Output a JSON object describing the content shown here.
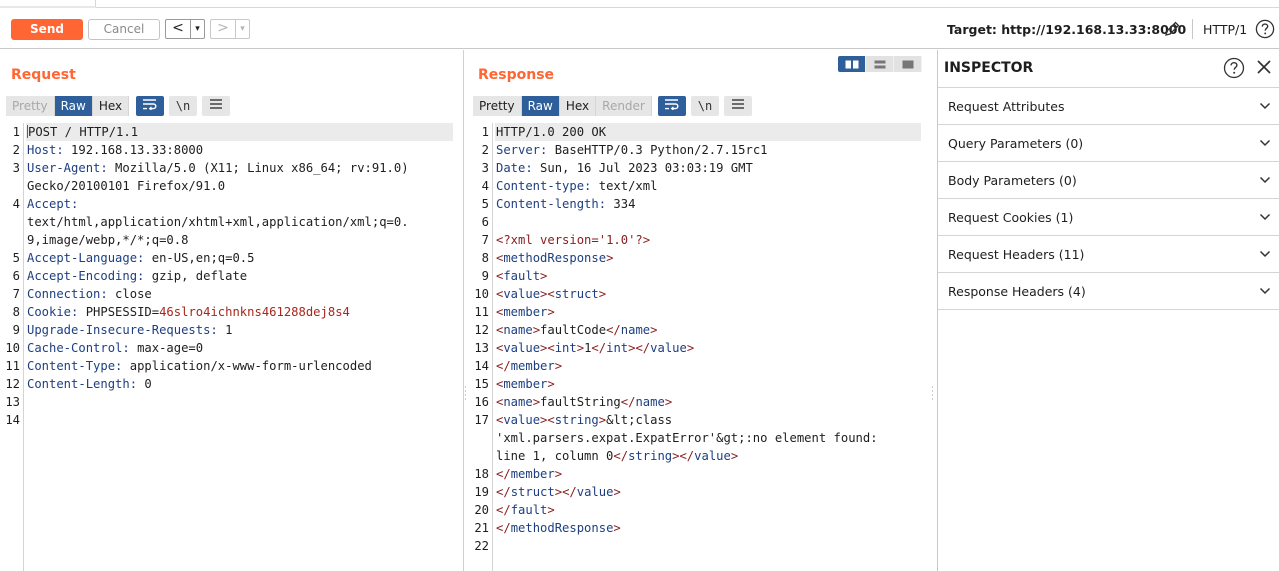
{
  "toolbar": {
    "send_label": "Send",
    "cancel_label": "Cancel",
    "back_arrow": "<",
    "forward_arrow": ">",
    "dropdown_glyph": "▾",
    "target_label": "Target: http://192.168.13.33:8000",
    "http_version": "HTTP/1"
  },
  "request": {
    "title": "Request",
    "tabs": [
      {
        "label": "Pretty",
        "state": "disabled"
      },
      {
        "label": "Raw",
        "state": "active"
      },
      {
        "label": "Hex",
        "state": "normal"
      }
    ],
    "newline_label": "\\n",
    "line_numbers": [
      "1",
      "2",
      "3",
      "4",
      "5",
      "6",
      "7",
      "8",
      "9",
      "10",
      "11",
      "12",
      "13",
      "14"
    ],
    "lines": [
      {
        "key": "",
        "value": "POST / HTTP/1.1"
      },
      {
        "key": "Host:",
        "value": " 192.168.13.33:8000"
      },
      {
        "key": "User-Agent:",
        "value": " Mozilla/5.0 (X11; Linux x86_64; rv:91.0)"
      },
      {
        "key": "",
        "value": "Gecko/20100101 Firefox/91.0"
      },
      {
        "key": "Accept:",
        "value": ""
      },
      {
        "key": "",
        "value": "text/html,application/xhtml+xml,application/xml;q=0."
      },
      {
        "key": "",
        "value": "9,image/webp,*/*;q=0.8"
      },
      {
        "key": "Accept-Language:",
        "value": " en-US,en;q=0.5"
      },
      {
        "key": "Accept-Encoding:",
        "value": " gzip, deflate"
      },
      {
        "key": "Connection:",
        "value": " close"
      },
      {
        "key": "Cookie:",
        "value": " PHPSESSID=",
        "red": "46slro4ichnkns461288dej8s4"
      },
      {
        "key": "Upgrade-Insecure-Requests:",
        "value": " 1"
      },
      {
        "key": "Cache-Control:",
        "value": " max-age=0"
      },
      {
        "key": "Content-Type:",
        "value": " application/x-www-form-urlencoded"
      },
      {
        "key": "Content-Length:",
        "value": " 0"
      }
    ]
  },
  "response": {
    "title": "Response",
    "tabs": [
      {
        "label": "Pretty",
        "state": "normal"
      },
      {
        "label": "Raw",
        "state": "active"
      },
      {
        "label": "Hex",
        "state": "normal"
      },
      {
        "label": "Render",
        "state": "disabled"
      }
    ],
    "newline_label": "\\n",
    "line_numbers": [
      "1",
      "2",
      "3",
      "4",
      "5",
      "6",
      "7",
      "8",
      "9",
      "10",
      "11",
      "12",
      "13",
      "14",
      "15",
      "16",
      "17",
      "18",
      "19",
      "20",
      "21",
      "22"
    ],
    "lines": [
      "HTTP/1.0 200 OK",
      "Server: BaseHTTP/0.3 Python/2.7.15rc1",
      "Date: Sun, 16 Jul 2023 03:03:19 GMT",
      "Content-type: text/xml",
      "Content-length: 334",
      "",
      "<?xml version='1.0'?>",
      "<methodResponse>",
      "<fault>",
      "<value><struct>",
      "<member>",
      "<name>faultCode</name>",
      "<value><int>1</int></value>",
      "</member>",
      "<member>",
      "<name>faultString</name>",
      "<value><string>&lt;class",
      "'xml.parsers.expat.ExpatError'&gt;:no element found:",
      "line 1, column 0</string></value>",
      "</member>",
      "</struct></value>",
      "</fault>",
      "</methodResponse>",
      ""
    ]
  },
  "inspector": {
    "title": "INSPECTOR",
    "sections": [
      {
        "label": "Request Attributes"
      },
      {
        "label": "Query Parameters (0)"
      },
      {
        "label": "Body Parameters (0)"
      },
      {
        "label": "Request Cookies (1)"
      },
      {
        "label": "Request Headers (11)"
      },
      {
        "label": "Response Headers (4)"
      }
    ]
  },
  "colors": {
    "accent_orange": "#ff6633",
    "active_blue": "#2e5f9a",
    "header_key_blue": "#1d3f82",
    "cookie_red": "#a8261c"
  },
  "icons": [
    "pencil-icon",
    "help-icon",
    "wrap-icon",
    "menu-icon",
    "chevron-down-icon",
    "close-icon",
    "layout-split-icon"
  ]
}
